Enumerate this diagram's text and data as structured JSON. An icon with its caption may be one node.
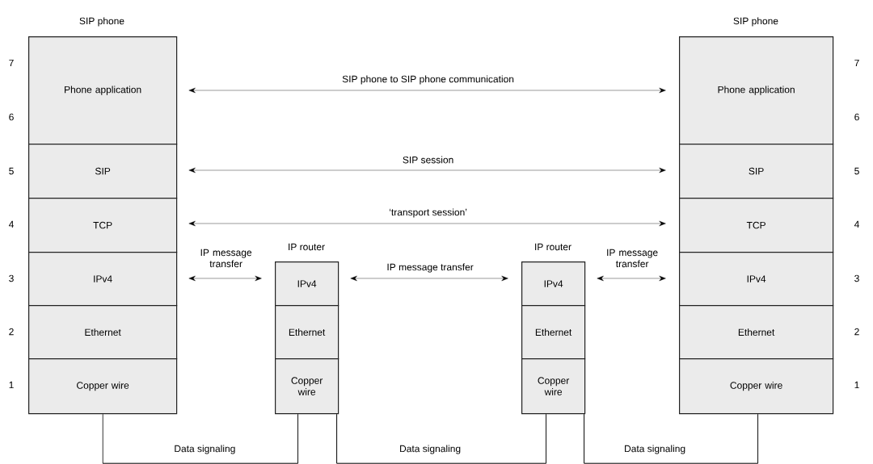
{
  "diagram": {
    "nodes": [
      {
        "text": [
          "Phone application"
        ],
        "beside": [
          "SIP phone"
        ]
      },
      {
        "text": [
          "SIP"
        ]
      },
      {
        "text": [
          "TCP"
        ]
      },
      {
        "text": [
          "IPv4"
        ]
      },
      {
        "text": [
          "Ethernet"
        ]
      },
      {
        "text": [
          "Copper wire"
        ]
      },
      {
        "text": [
          "IPv4"
        ],
        "beside": [
          "IP router"
        ]
      },
      {
        "text": [
          "Ethernet"
        ]
      },
      {
        "text": [
          "Copper wire"
        ]
      },
      {
        "text": [
          "IPv4"
        ],
        "beside": [
          "IP router"
        ]
      },
      {
        "text": [
          "Ethernet"
        ]
      },
      {
        "text": [
          "Copper wire"
        ]
      },
      {
        "text": [
          "Phone application"
        ],
        "beside": [
          "SIP phone"
        ]
      },
      {
        "text": [
          "SIP"
        ]
      },
      {
        "text": [
          "TCP"
        ]
      },
      {
        "text": [
          "IPv4"
        ]
      },
      {
        "text": [
          "Ethernet"
        ]
      },
      {
        "text": [
          "Copper wire"
        ]
      }
    ],
    "edges": [
      {
        "from": 0,
        "to": 12,
        "arrow": "both",
        "label": "SIP phone to SIP phone communication"
      },
      {
        "from": 1,
        "to": 13,
        "arrow": "both",
        "label": "SIP session"
      },
      {
        "from": 2,
        "to": 14,
        "arrow": "both",
        "label": "‘transport session’"
      },
      {
        "from": 3,
        "to": 6,
        "arrow": "both",
        "label": "IP message transfer"
      },
      {
        "from": 6,
        "to": 9,
        "arrow": "both",
        "label": "IP message transfer"
      },
      {
        "from": 9,
        "to": 15,
        "arrow": "both",
        "label": "IP message transfer"
      },
      {
        "from": 5,
        "to": 8,
        "arrow": "none",
        "label": "Data signaling"
      },
      {
        "from": 8,
        "to": 11,
        "arrow": "none",
        "label": "Data signaling"
      },
      {
        "from": 11,
        "to": 17,
        "arrow": "none",
        "label": "Data signaling"
      }
    ],
    "labels": [
      "7",
      "7",
      "6",
      "6",
      "5",
      "5",
      "4",
      "4",
      "3",
      "3",
      "2",
      "2",
      "1",
      "1"
    ]
  }
}
